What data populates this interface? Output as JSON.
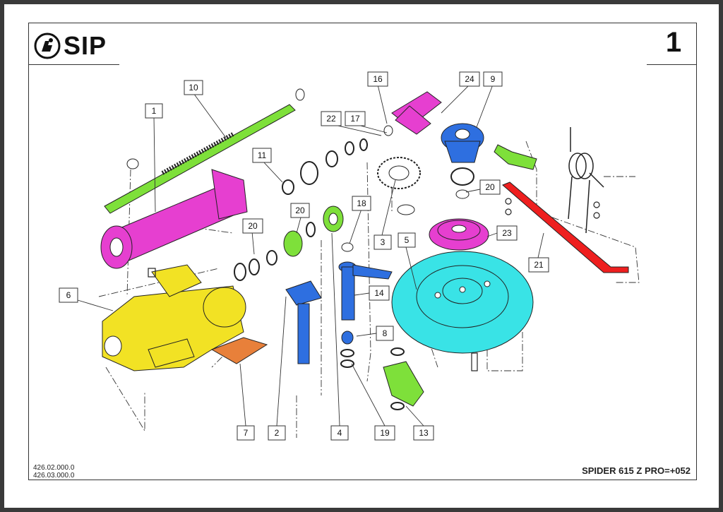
{
  "header": {
    "brand": "SIP",
    "page_number": "1"
  },
  "footer": {
    "code_1": "426.02.000.0",
    "code_2": "426.03.000.0",
    "model": "SPIDER 615 Z PRO=+052"
  },
  "colors": {
    "magenta": "#e63fd0",
    "green": "#7ee03a",
    "yellow": "#f2e224",
    "blue": "#2e6fe0",
    "cyan": "#39e3e6",
    "red": "#ee1f1f",
    "orange": "#e8803a"
  },
  "callouts": [
    {
      "label": "1"
    },
    {
      "label": "10"
    },
    {
      "label": "11"
    },
    {
      "label": "20"
    },
    {
      "label": "22"
    },
    {
      "label": "17"
    },
    {
      "label": "16"
    },
    {
      "label": "24"
    },
    {
      "label": "9"
    },
    {
      "label": "20"
    },
    {
      "label": "20"
    },
    {
      "label": "18"
    },
    {
      "label": "3"
    },
    {
      "label": "5"
    },
    {
      "label": "23"
    },
    {
      "label": "21"
    },
    {
      "label": "6"
    },
    {
      "label": "14"
    },
    {
      "label": "8"
    },
    {
      "label": "7"
    },
    {
      "label": "2"
    },
    {
      "label": "4"
    },
    {
      "label": "19"
    },
    {
      "label": "13"
    }
  ]
}
